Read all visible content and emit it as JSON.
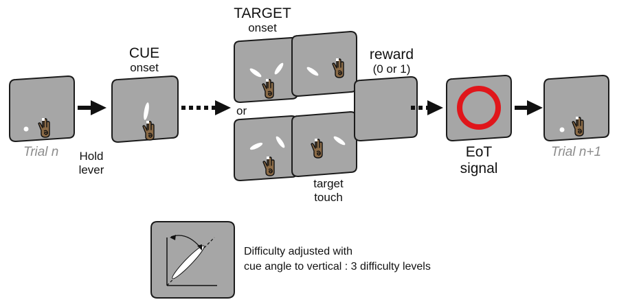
{
  "labels": {
    "trial_n": "Trial n",
    "trial_n1": "Trial n+1",
    "hold_line1": "Hold",
    "hold_line2": "lever",
    "cue_title": "CUE",
    "cue_sub": "onset",
    "target_title": "TARGET",
    "target_sub": "onset",
    "or": "or",
    "reward_title": "reward",
    "reward_sub": "(0 or 1)",
    "target_touch_line1": "target",
    "target_touch_line2": "touch",
    "eot_line1": "EoT",
    "eot_line2": "signal"
  },
  "note": {
    "line1": "Difficulty adjusted with",
    "line2": "cue angle to vertical : 3 difficulty levels"
  },
  "colors": {
    "screen_fill": "#a6a6a6",
    "screen_stroke": "#1a1a1a",
    "arrow": "#111111",
    "eot_ring": "#e0161b",
    "grey_text": "#8c8c8c",
    "hand": "#8b6b47"
  },
  "icons": {
    "hand": "hand-on-lever-icon",
    "fixation": "fixation-dot-icon",
    "cue": "cue-bar-icon",
    "target": "target-bar-icon",
    "eot": "eot-ring-icon"
  }
}
